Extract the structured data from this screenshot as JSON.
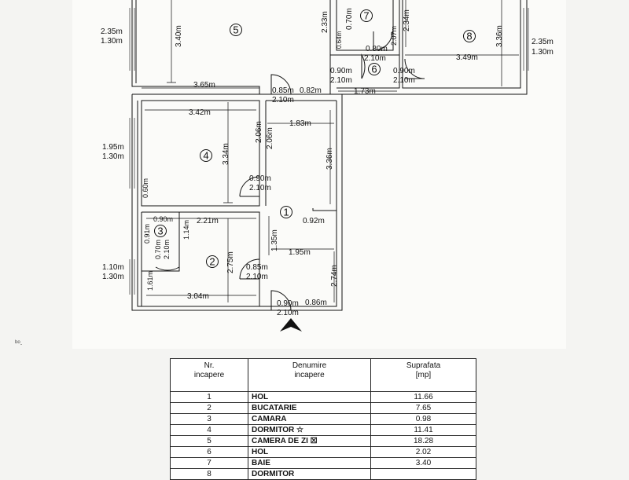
{
  "rooms": [
    {
      "num": "1",
      "name": "HOL",
      "area": "11.66"
    },
    {
      "num": "2",
      "name": "BUCATARIE",
      "area": "7.65"
    },
    {
      "num": "3",
      "name": "CAMARA",
      "area": "0.98"
    },
    {
      "num": "4",
      "name": "DORMITOR ☆",
      "area": "11.41"
    },
    {
      "num": "5",
      "name": "CAMERA DE ZI ☒",
      "area": "18.28"
    },
    {
      "num": "6",
      "name": "HOL",
      "area": "2.02"
    },
    {
      "num": "7",
      "name": "BAIE",
      "area": "3.40"
    },
    {
      "num": "8",
      "name": "DORMITOR",
      "area": ""
    }
  ],
  "table": {
    "col_nr": "Nr. incapere",
    "col_nr_l1": "Nr.",
    "col_nr_l2": "incapere",
    "col_name": "Denumire incapere",
    "col_name_l1": "Denumire",
    "col_name_l2": "incapere",
    "col_area": "Suprafata [mp]",
    "col_area_l1": "Suprafata",
    "col_area_l2": "[mp]"
  },
  "corner_mark": "ᵇᵒ.",
  "dimensions": {
    "r5_width": "3.65m",
    "r5_height": "3.40m",
    "win_left_top_a": "2.35m",
    "win_left_top_b": "1.30m",
    "win_right_top_a": "2.35m",
    "win_right_top_b": "1.30m",
    "r7_height": "2.33m",
    "r7_w1": "0.64m",
    "r7_w2": "0.70m",
    "r7_d1": "2.07m",
    "r7_d2": "2.34m",
    "door6_a": "0.80m",
    "door6_b": "2.10m",
    "door7_a": "0.90m",
    "door7_b": "2.10m",
    "door8_a": "0.90m",
    "door8_b": "2.10m",
    "r8_width": "3.49m",
    "r8_height": "3.36m",
    "door5_a": "0.85m",
    "door5_b": "2.10m",
    "hall_w": "0.82m",
    "hall6_w": "1.73m",
    "r4_width": "3.42m",
    "r4_height": "3.34m",
    "r4_d1": "2.06m",
    "r4_d2": "2.06m",
    "r1_width": "1.83m",
    "r1_height": "3.36m",
    "door4_a": "0.90m",
    "door4_b": "2.10m",
    "win4_a": "1.95m",
    "win4_b": "1.30m",
    "r4_side": "0.60m",
    "r3_top": "0.90m",
    "r3_side": "0.91m",
    "r3_door_a": "0.70m",
    "r3_door_b": "2.10m",
    "r3_d": "1.14m",
    "r2_top": "2.21m",
    "r2_height": "2.75m",
    "r2_width": "3.04m",
    "r2_side": "1.61m",
    "r1_small": "0.92m",
    "r1_mid": "1.35m",
    "r1_w2": "1.95m",
    "r1_h2": "2.74m",
    "door2_a": "0.85m",
    "door2_b": "2.10m",
    "win2_a": "1.10m",
    "win2_b": "1.30m",
    "entry_a": "0.90m",
    "entry_b": "2.10m",
    "entry_w": "0.86m"
  }
}
